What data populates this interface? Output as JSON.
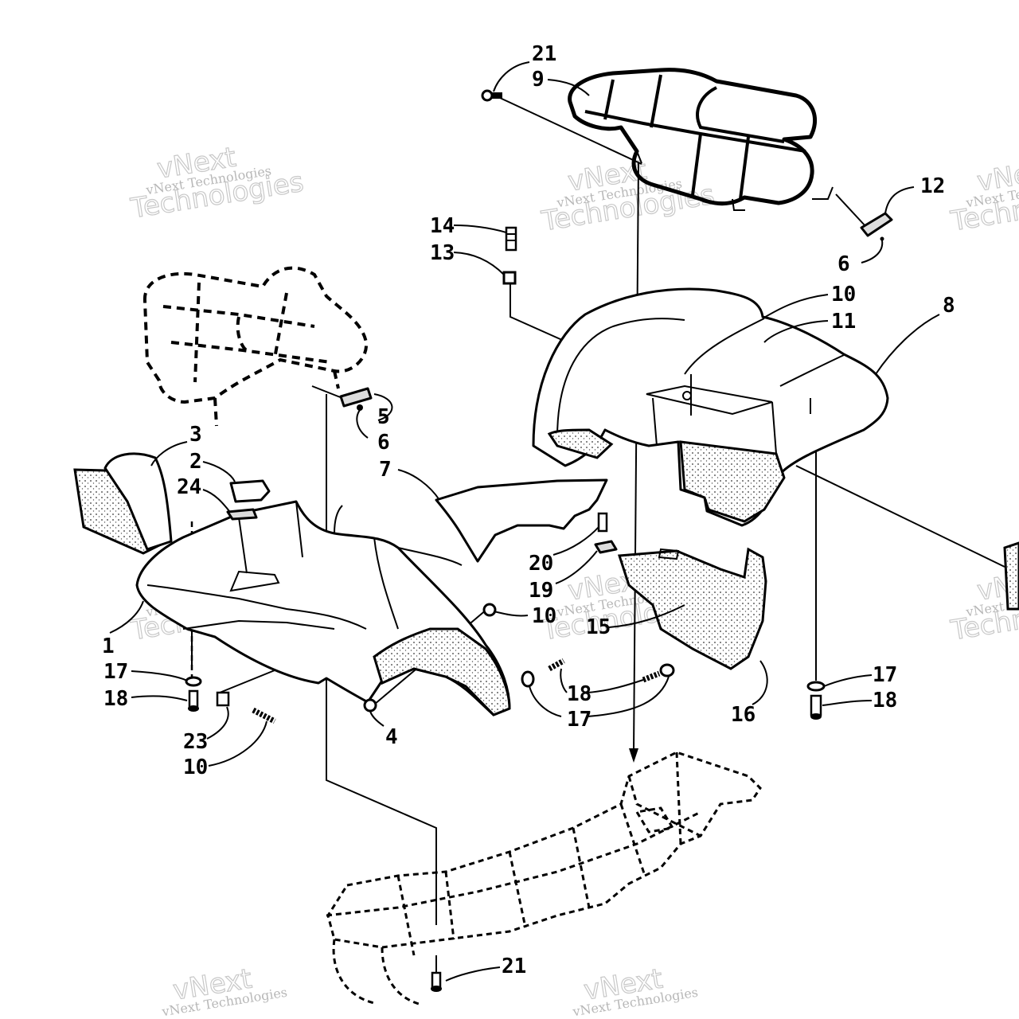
{
  "watermark": {
    "small": "vNext Technologies",
    "big_top": "vNext",
    "big_bottom": "Technologies"
  },
  "callouts": [
    {
      "id": "c21a",
      "label": "21"
    },
    {
      "id": "c9",
      "label": "9"
    },
    {
      "id": "c12",
      "label": "12"
    },
    {
      "id": "c6a",
      "label": "6"
    },
    {
      "id": "c14",
      "label": "14"
    },
    {
      "id": "c13",
      "label": "13"
    },
    {
      "id": "c10a",
      "label": "10"
    },
    {
      "id": "c11",
      "label": "11"
    },
    {
      "id": "c8",
      "label": "8"
    },
    {
      "id": "c5",
      "label": "5"
    },
    {
      "id": "c6b",
      "label": "6"
    },
    {
      "id": "c3",
      "label": "3"
    },
    {
      "id": "c2",
      "label": "2"
    },
    {
      "id": "c24",
      "label": "24"
    },
    {
      "id": "c7",
      "label": "7"
    },
    {
      "id": "c20",
      "label": "20"
    },
    {
      "id": "c19",
      "label": "19"
    },
    {
      "id": "c10b",
      "label": "10"
    },
    {
      "id": "c15",
      "label": "15"
    },
    {
      "id": "c1",
      "label": "1"
    },
    {
      "id": "c17a",
      "label": "17"
    },
    {
      "id": "c18a",
      "label": "18"
    },
    {
      "id": "c18b",
      "label": "18"
    },
    {
      "id": "c17b",
      "label": "17"
    },
    {
      "id": "c16",
      "label": "16"
    },
    {
      "id": "c17c",
      "label": "17"
    },
    {
      "id": "c18c",
      "label": "18"
    },
    {
      "id": "c4",
      "label": "4"
    },
    {
      "id": "c23",
      "label": "23"
    },
    {
      "id": "c10c",
      "label": "10"
    },
    {
      "id": "c21b",
      "label": "21"
    }
  ]
}
